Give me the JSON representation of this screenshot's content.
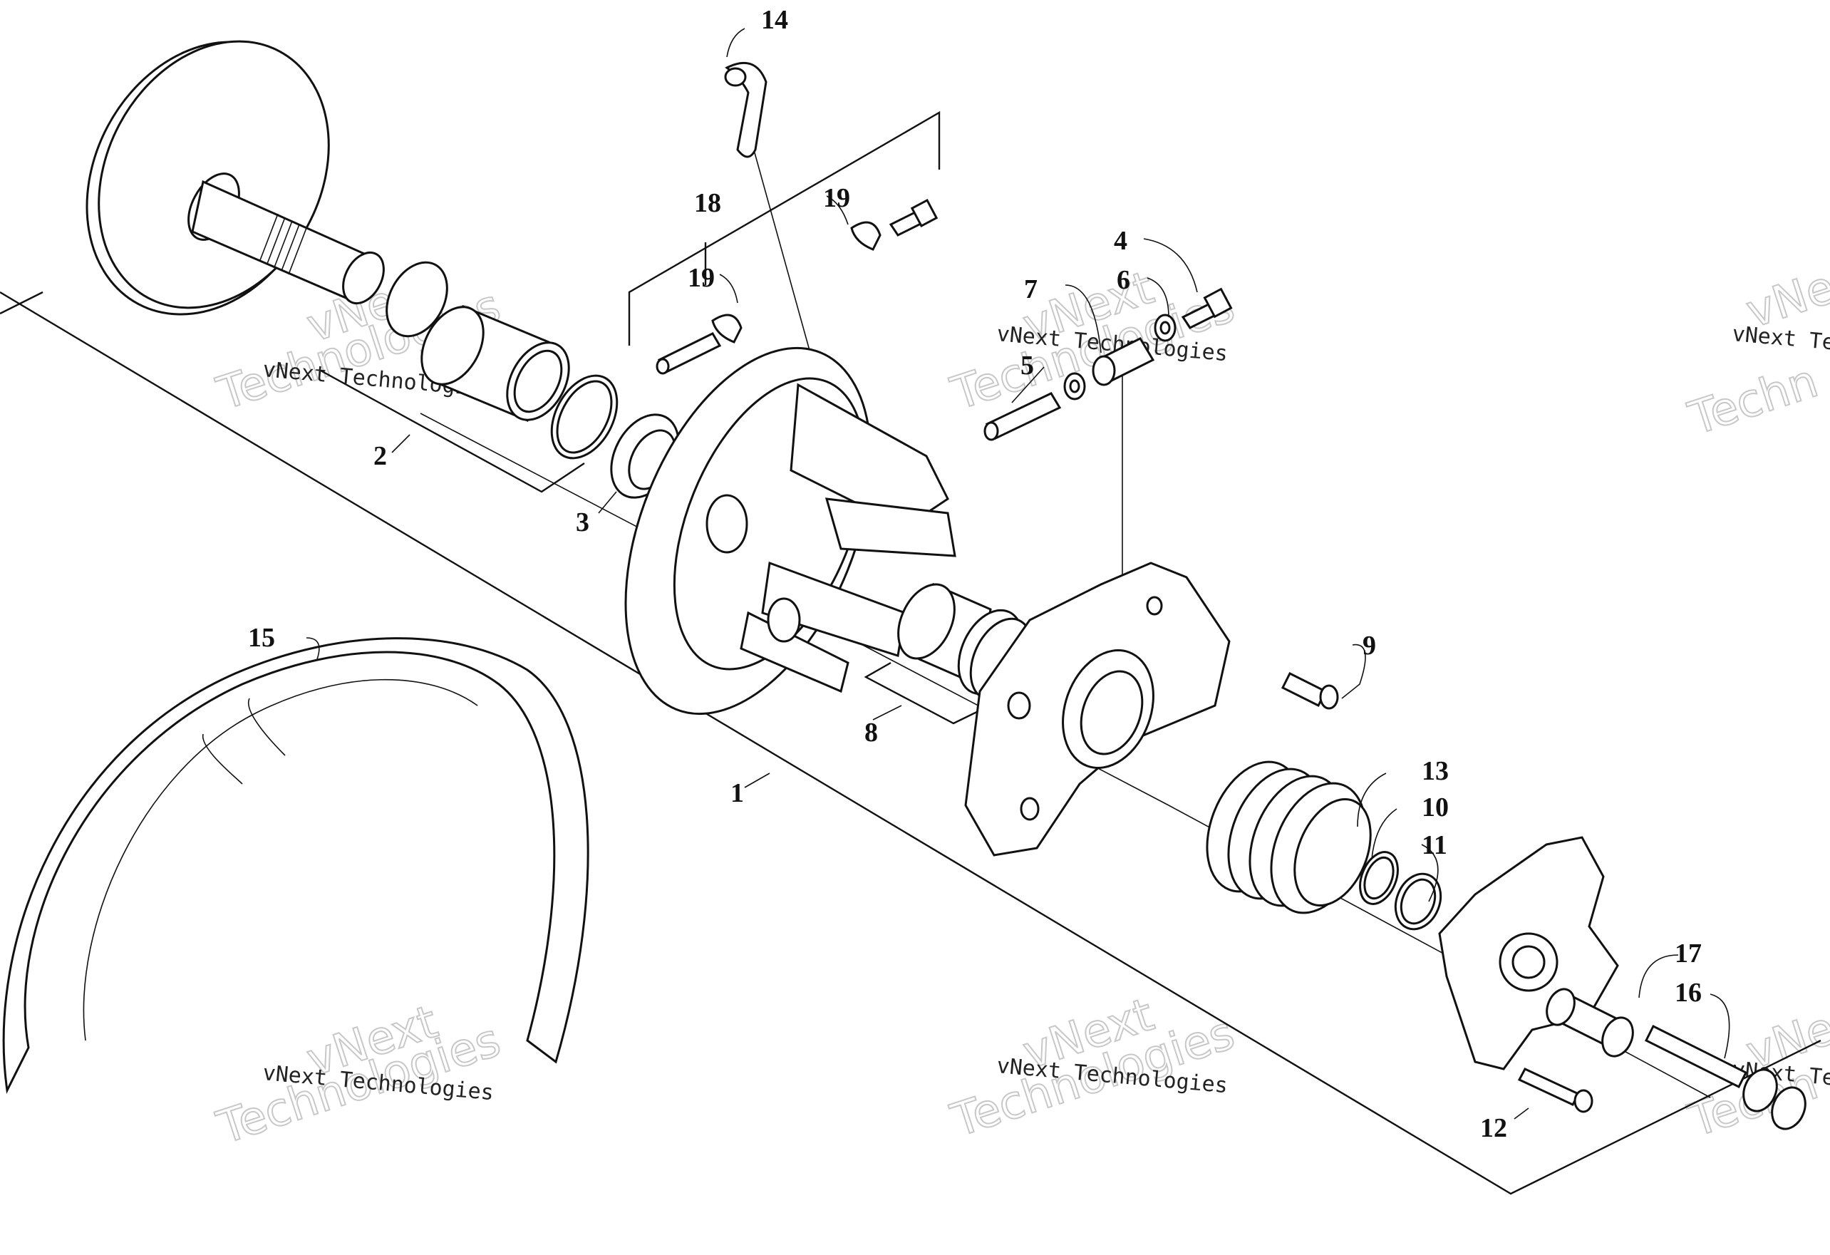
{
  "diagram": {
    "callouts": [
      "1",
      "2",
      "3",
      "4",
      "5",
      "6",
      "7",
      "8",
      "9",
      "10",
      "11",
      "12",
      "13",
      "14",
      "15",
      "16",
      "17",
      "18",
      "19",
      "19"
    ],
    "watermark": {
      "line1": "vNext",
      "line2": "Technologies",
      "full": "vNext Technologies",
      "partial_right": "vNext Tec",
      "partial_right_big": "vNex",
      "partial_right_big2": "Techn"
    }
  }
}
